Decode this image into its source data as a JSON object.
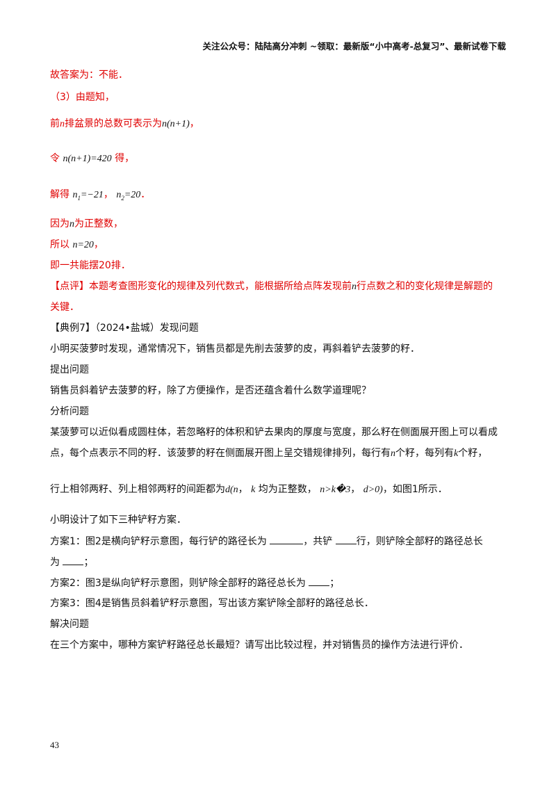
{
  "header": {
    "text": "关注公众号：陆陆高分冲刺 ~领取：最新版“小中高考-总复习”、最新试卷下载"
  },
  "lines": {
    "l1": "故答案为：不能．",
    "l2": "（3）由题知，",
    "l3a": "前",
    "l3n": "n",
    "l3b": "排盆景的总数可表示为",
    "l3m": "n(n+1)",
    "l3c": "，",
    "l4a": "令",
    "l4m": "n(n+1)=420",
    "l4b": "得，",
    "l5a": "解得",
    "l5m1": "n",
    "l5s1": "1",
    "l5v1": "=−21",
    "l5b": "，",
    "l5m2": "n",
    "l5s2": "2",
    "l5v2": "=20",
    "l5c": "．",
    "l6a": "因为",
    "l6n": "n",
    "l6b": "为正整数，",
    "l7a": "所以",
    "l7m": "n=20",
    "l7b": "，",
    "l8": "即一共能摆20排．",
    "l9a": "【点评】本题考查图形变化的规律及列代数式，能根据所给点阵发现前",
    "l9n": "n",
    "l9b": "行点数之和的变化规律是解题的",
    "l10": "关键．",
    "l11": "【典例7】（2024•盐城）发现问题",
    "l12": "小明买菠萝时发现，通常情况下，销售员都是先削去菠萝的皮，再斜着铲去菠萝的籽．",
    "l13": "提出问题",
    "l14": "销售员斜着铲去菠萝的籽，除了方便操作，是否还蕴含着什么数学道理呢？",
    "l15": "分析问题",
    "l16": "某菠萝可以近似看成圆柱体，若忽略籽的体积和铲去果肉的厚度与宽度，那么籽在侧面展开图上可以看成",
    "l17a": "点，每个点表示不同的籽．该菠萝的籽在侧面展开图上呈交错规律排列，每行有",
    "l17n": "n",
    "l17b": "个籽，每列有",
    "l17k": "k",
    "l17c": "个籽，",
    "l18a": "行上相邻两籽、列上相邻两籽的间距都为",
    "l18m1": "d(n",
    "l18b": "，",
    "l18m2": "k",
    "l18c": "均为正整数，",
    "l18m3": "n>k�3",
    "l18d": "，",
    "l18m4": "d>0)",
    "l18e": "，如图1所示．",
    "l19": "小明设计了如下三种铲籽方案．",
    "l20a": "方案1：图2是横向铲籽示意图，每行铲的路径长为",
    "l20b": "，共铲",
    "l20c": "行，则铲除全部籽的路径总长",
    "l21a": "为",
    "l21b": "；",
    "l22a": "方案2：图3是纵向铲籽示意图，则铲除全部籽的路径总长为",
    "l22b": "；",
    "l23": "方案3：图4是销售员斜着铲籽示意图，写出该方案铲除全部籽的路径总长．",
    "l24": "解决问题",
    "l25": "在三个方案中，哪种方案铲籽路径总长最短？请写出比较过程，并对销售员的操作方法进行评价．"
  },
  "page_number": "43",
  "colors": {
    "answer_red": "#e00000",
    "text": "#111111"
  }
}
